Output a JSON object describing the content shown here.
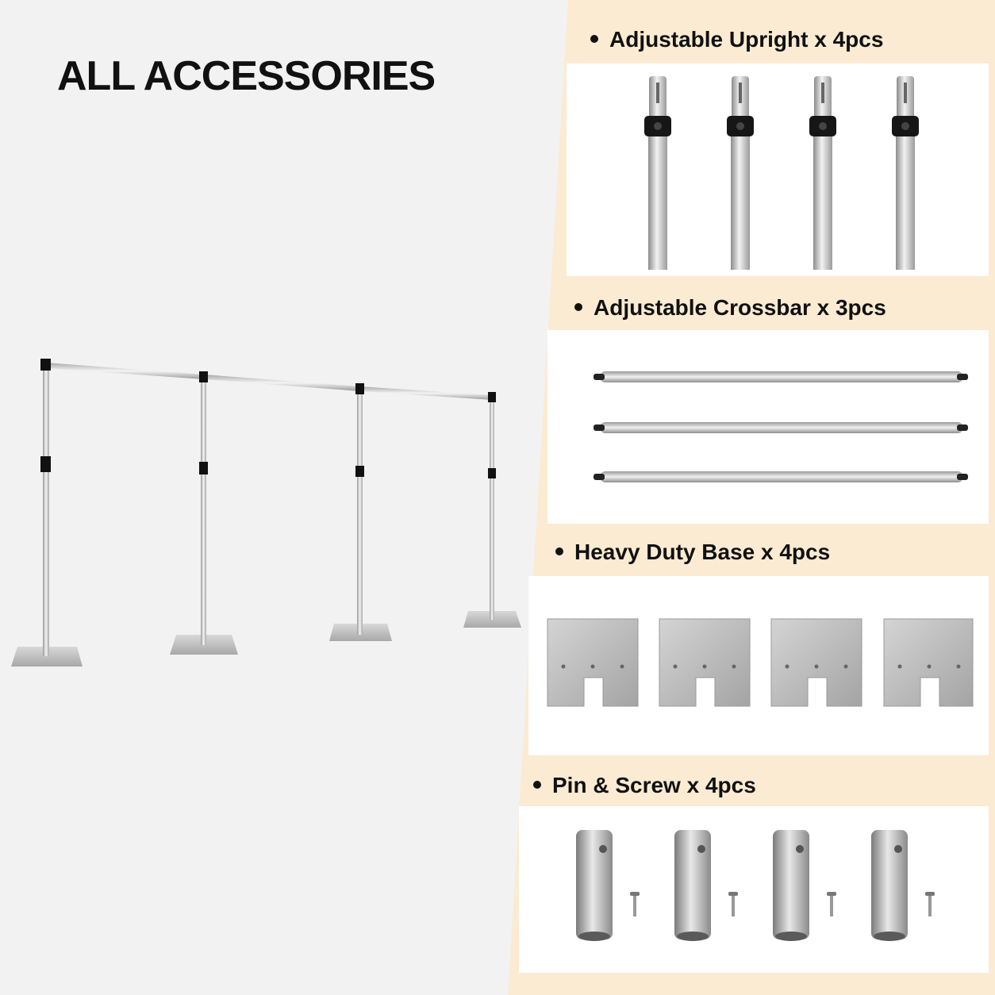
{
  "title": "ALL ACCESSORIES",
  "colors": {
    "accent_band": "#fbebd2",
    "background": "#f2f2f2",
    "panel": "#ffffff"
  },
  "sections": [
    {
      "label": "Adjustable Upright x 4pcs",
      "item": "upright-pole",
      "count": 4
    },
    {
      "label": "Adjustable Crossbar x 3pcs",
      "item": "crossbar",
      "count": 3
    },
    {
      "label": "Heavy Duty Base x 4pcs",
      "item": "base-plate",
      "count": 4
    },
    {
      "label": "Pin & Screw x 4pcs",
      "item": "pin-and-screw",
      "count": 4
    }
  ]
}
